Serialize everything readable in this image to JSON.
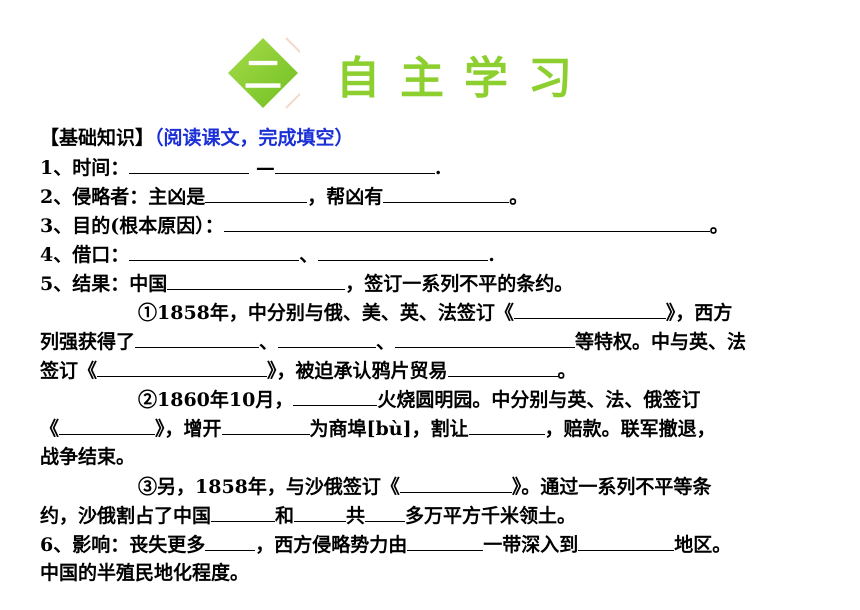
{
  "header": {
    "number": "二",
    "title": "自主学习",
    "accent_color": "#8ccf2e"
  },
  "content": {
    "section_label": "【基础知识】",
    "section_instruction": "（阅读课文，完成填空）",
    "q1": {
      "prefix": "1、时间：",
      "dash": " —",
      "end": "."
    },
    "q2": {
      "prefix": "2、侵略者：主凶是",
      "mid": "，帮凶有",
      "end": "。"
    },
    "q3": {
      "prefix": "3、目的(根本原因）：",
      "end": "。"
    },
    "q4": {
      "prefix": "4、借口：",
      "sep": "、",
      "end": "."
    },
    "q5": {
      "prefix": "5、结果：中国",
      "rest": "，签订一系列不平的条约。"
    },
    "p1": {
      "l1a": "①1858年，中分别与俄、美、英、法签订《",
      "l1b": "》，西方",
      "l2a": "列强获得了",
      "l2b": "、",
      "l2c": "、",
      "l2d": "等特权。中与英、法",
      "l3a": "签订《",
      "l3b": "》，被迫承认鸦片贸易",
      "l3c": "。"
    },
    "p2": {
      "l1a": "②1860年10月，",
      "l1b": "火烧圆明园。中分别与英、法、俄签订",
      "l2a": "《",
      "l2b": "》，增开",
      "l2c": "为商埠[bù]，割让",
      "l2d": "，赔款。联军撤退，",
      "l3": "战争结束。"
    },
    "p3": {
      "l1a": "③另，1858年，与沙俄签订《",
      "l1b": "》。通过一系列不平等条",
      "l2a": "约，沙俄割占了中国",
      "l2b": "和",
      "l2c": "共",
      "l2d": "多万平方千米领土。"
    },
    "q6": {
      "prefix": "6、影响：丧失更多",
      "mid1": "，西方侵略势力由",
      "mid2": "一带深入到",
      "end": "地区。",
      "l2": "中国的半殖民地化程度。"
    }
  }
}
